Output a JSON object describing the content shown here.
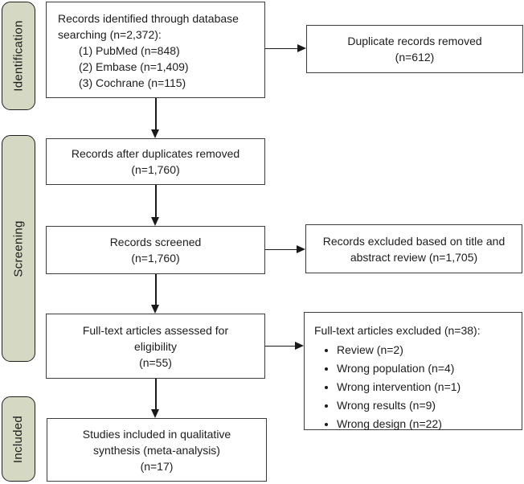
{
  "sidebar": {
    "identification": "Identification",
    "screening": "Screening",
    "included": "Included"
  },
  "boxes": {
    "records_identified": {
      "lines": [
        "Records identified through database",
        "searching (n=2,372):"
      ],
      "items": [
        "(1) PubMed (n=848)",
        "(2) Embase (n=1,409)",
        "(3) Cochrane (n=115)"
      ]
    },
    "duplicate_removed": {
      "lines": [
        "Duplicate records removed",
        "(n=612)"
      ]
    },
    "after_duplicates": {
      "lines": [
        "Records after duplicates removed",
        "(n=1,760)"
      ]
    },
    "records_screened": {
      "lines": [
        "Records screened",
        "(n=1,760)"
      ]
    },
    "records_excluded": {
      "lines": [
        "Records excluded based on title and",
        "abstract review (n=1,705)"
      ]
    },
    "fulltext_assessed": {
      "lines": [
        "Full-text articles assessed for",
        "eligibility",
        "(n=55)"
      ]
    },
    "fulltext_excluded": {
      "title": "Full-text articles excluded (n=38):",
      "items": [
        "Review (n=2)",
        "Wrong population (n=4)",
        "Wrong intervention (n=1)",
        "Wrong results (n=9)",
        "Wrong design (n=22)"
      ]
    },
    "studies_included": {
      "lines": [
        "Studies included in qualitative",
        "synthesis (meta-analysis)",
        "(n=17)"
      ]
    }
  },
  "colors": {
    "stage_fill": "#d5d9c3",
    "stage_border": "#1f1f1f",
    "box_border": "#3d3d3d",
    "arrow": "#1a1a1a",
    "text": "#1c1c1c",
    "background": "#ffffff"
  }
}
